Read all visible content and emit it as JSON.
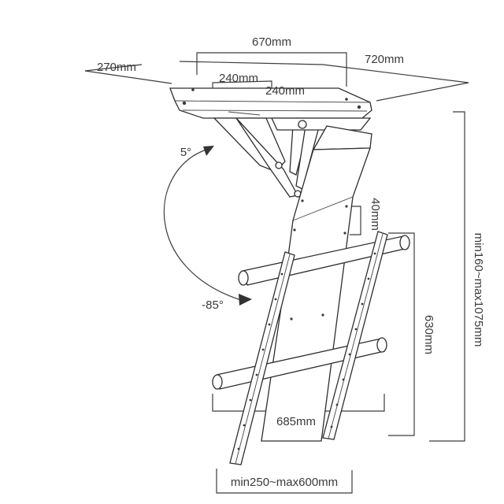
{
  "image_title": "",
  "dimensions": {
    "top_width": "670mm",
    "depth_left": "270mm",
    "depth_right": "720mm",
    "mount_spacing_a": "240mm",
    "mount_spacing_b": "240mm",
    "slot_spacing": "40mm",
    "total_height": "min160~max1075mm",
    "bracket_height": "630mm",
    "arm_width": "685mm",
    "vesa_range": "min250~max600mm"
  },
  "angles": {
    "upper": "5°",
    "lower": "-85°"
  },
  "colors": {
    "line": "#3c3c3c",
    "text": "#3a3a3a",
    "background": "#ffffff"
  }
}
